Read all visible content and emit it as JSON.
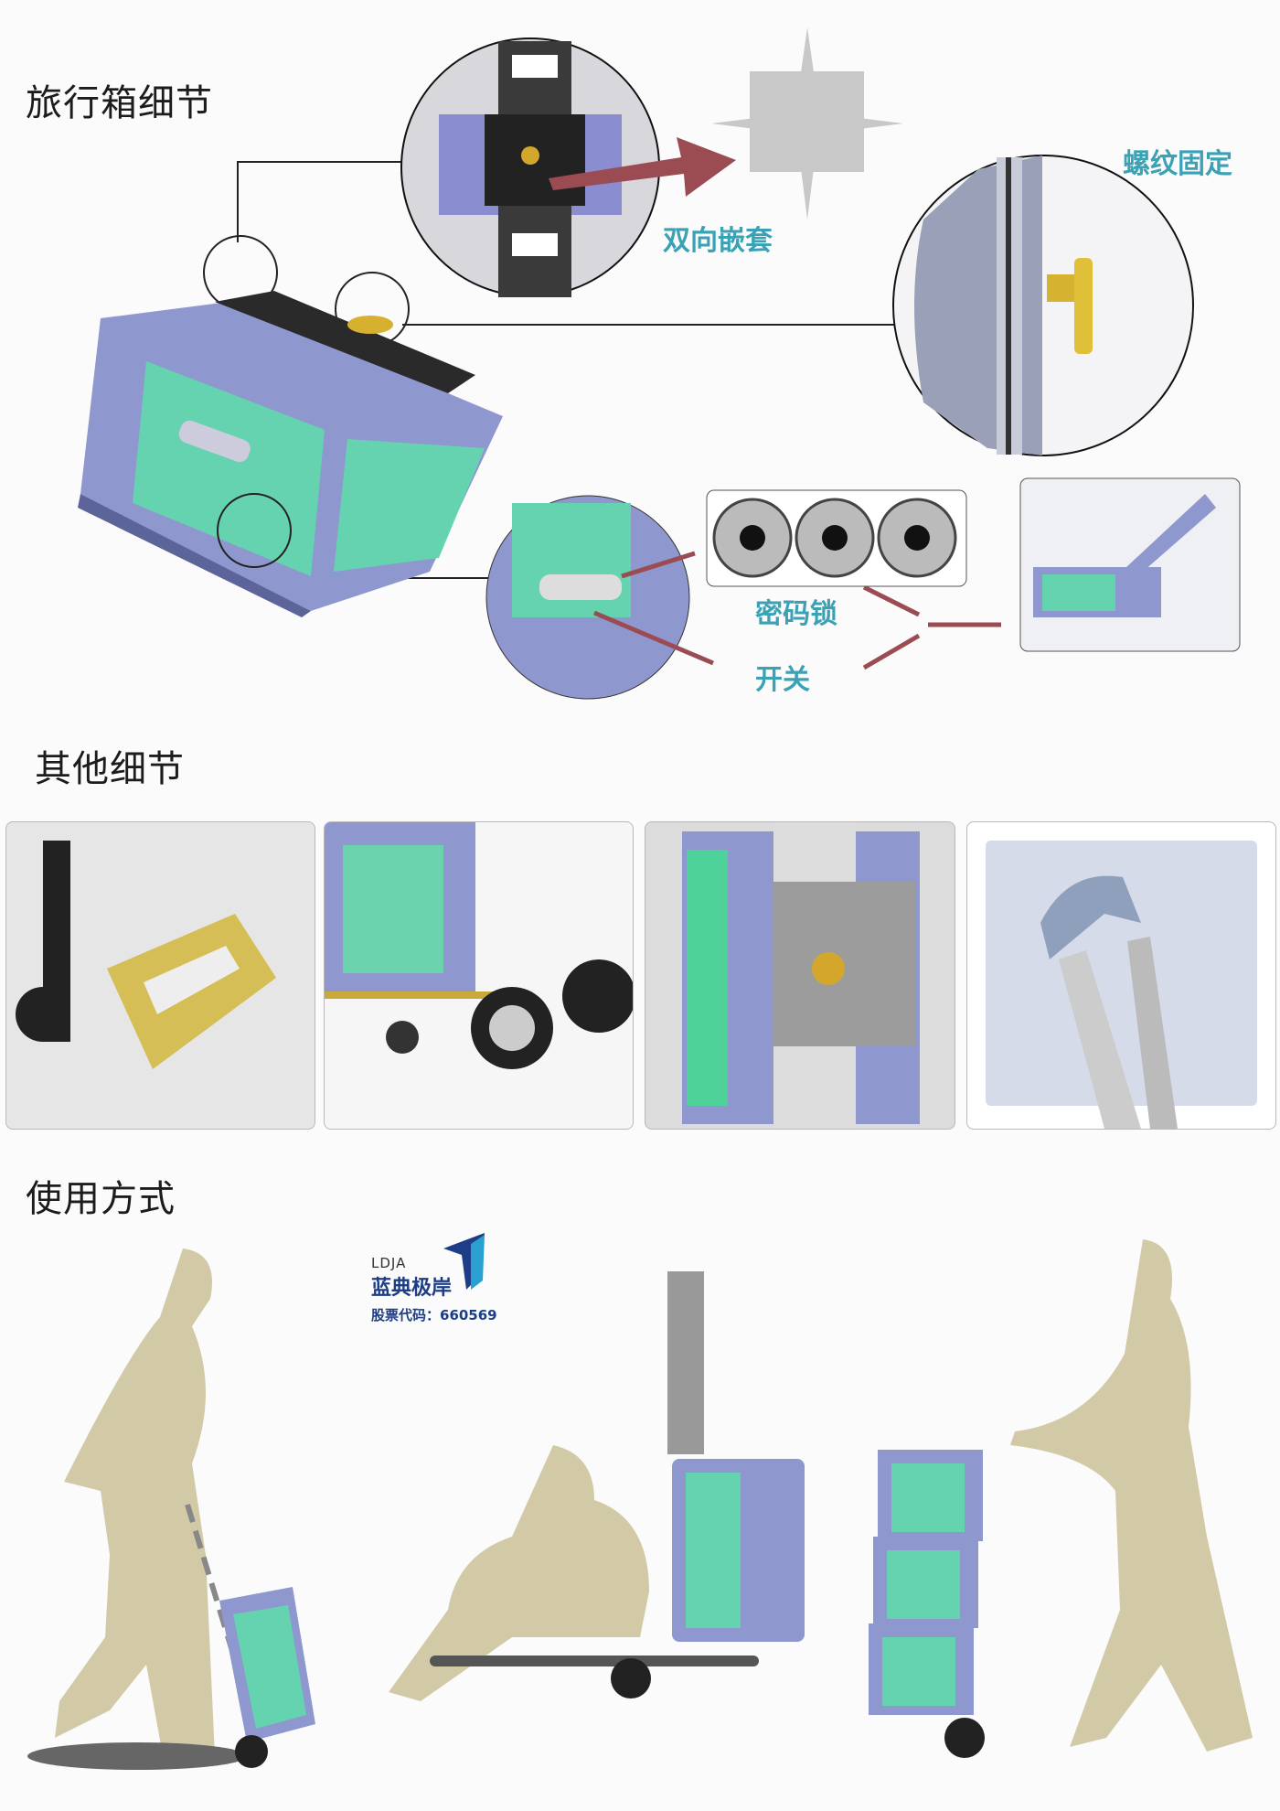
{
  "sections": {
    "suitcase_details": "旅行箱细节",
    "other_details": "其他细节",
    "usage": "使用方式"
  },
  "callouts": {
    "two_way_nesting": "双向嵌套",
    "threaded_fixing": "螺纹固定",
    "combination_lock": "密码锁",
    "switch": "开关"
  },
  "logo": {
    "abbr": "LDJA",
    "name": "蓝典极岸",
    "stock": "股票代码：660569"
  },
  "colors": {
    "accent_text": "#3aa2b4",
    "case_body": "#8f97cf",
    "case_panel": "#66d3b0",
    "arrow": "#9a4c52",
    "silhouette": "#d2caa6"
  }
}
